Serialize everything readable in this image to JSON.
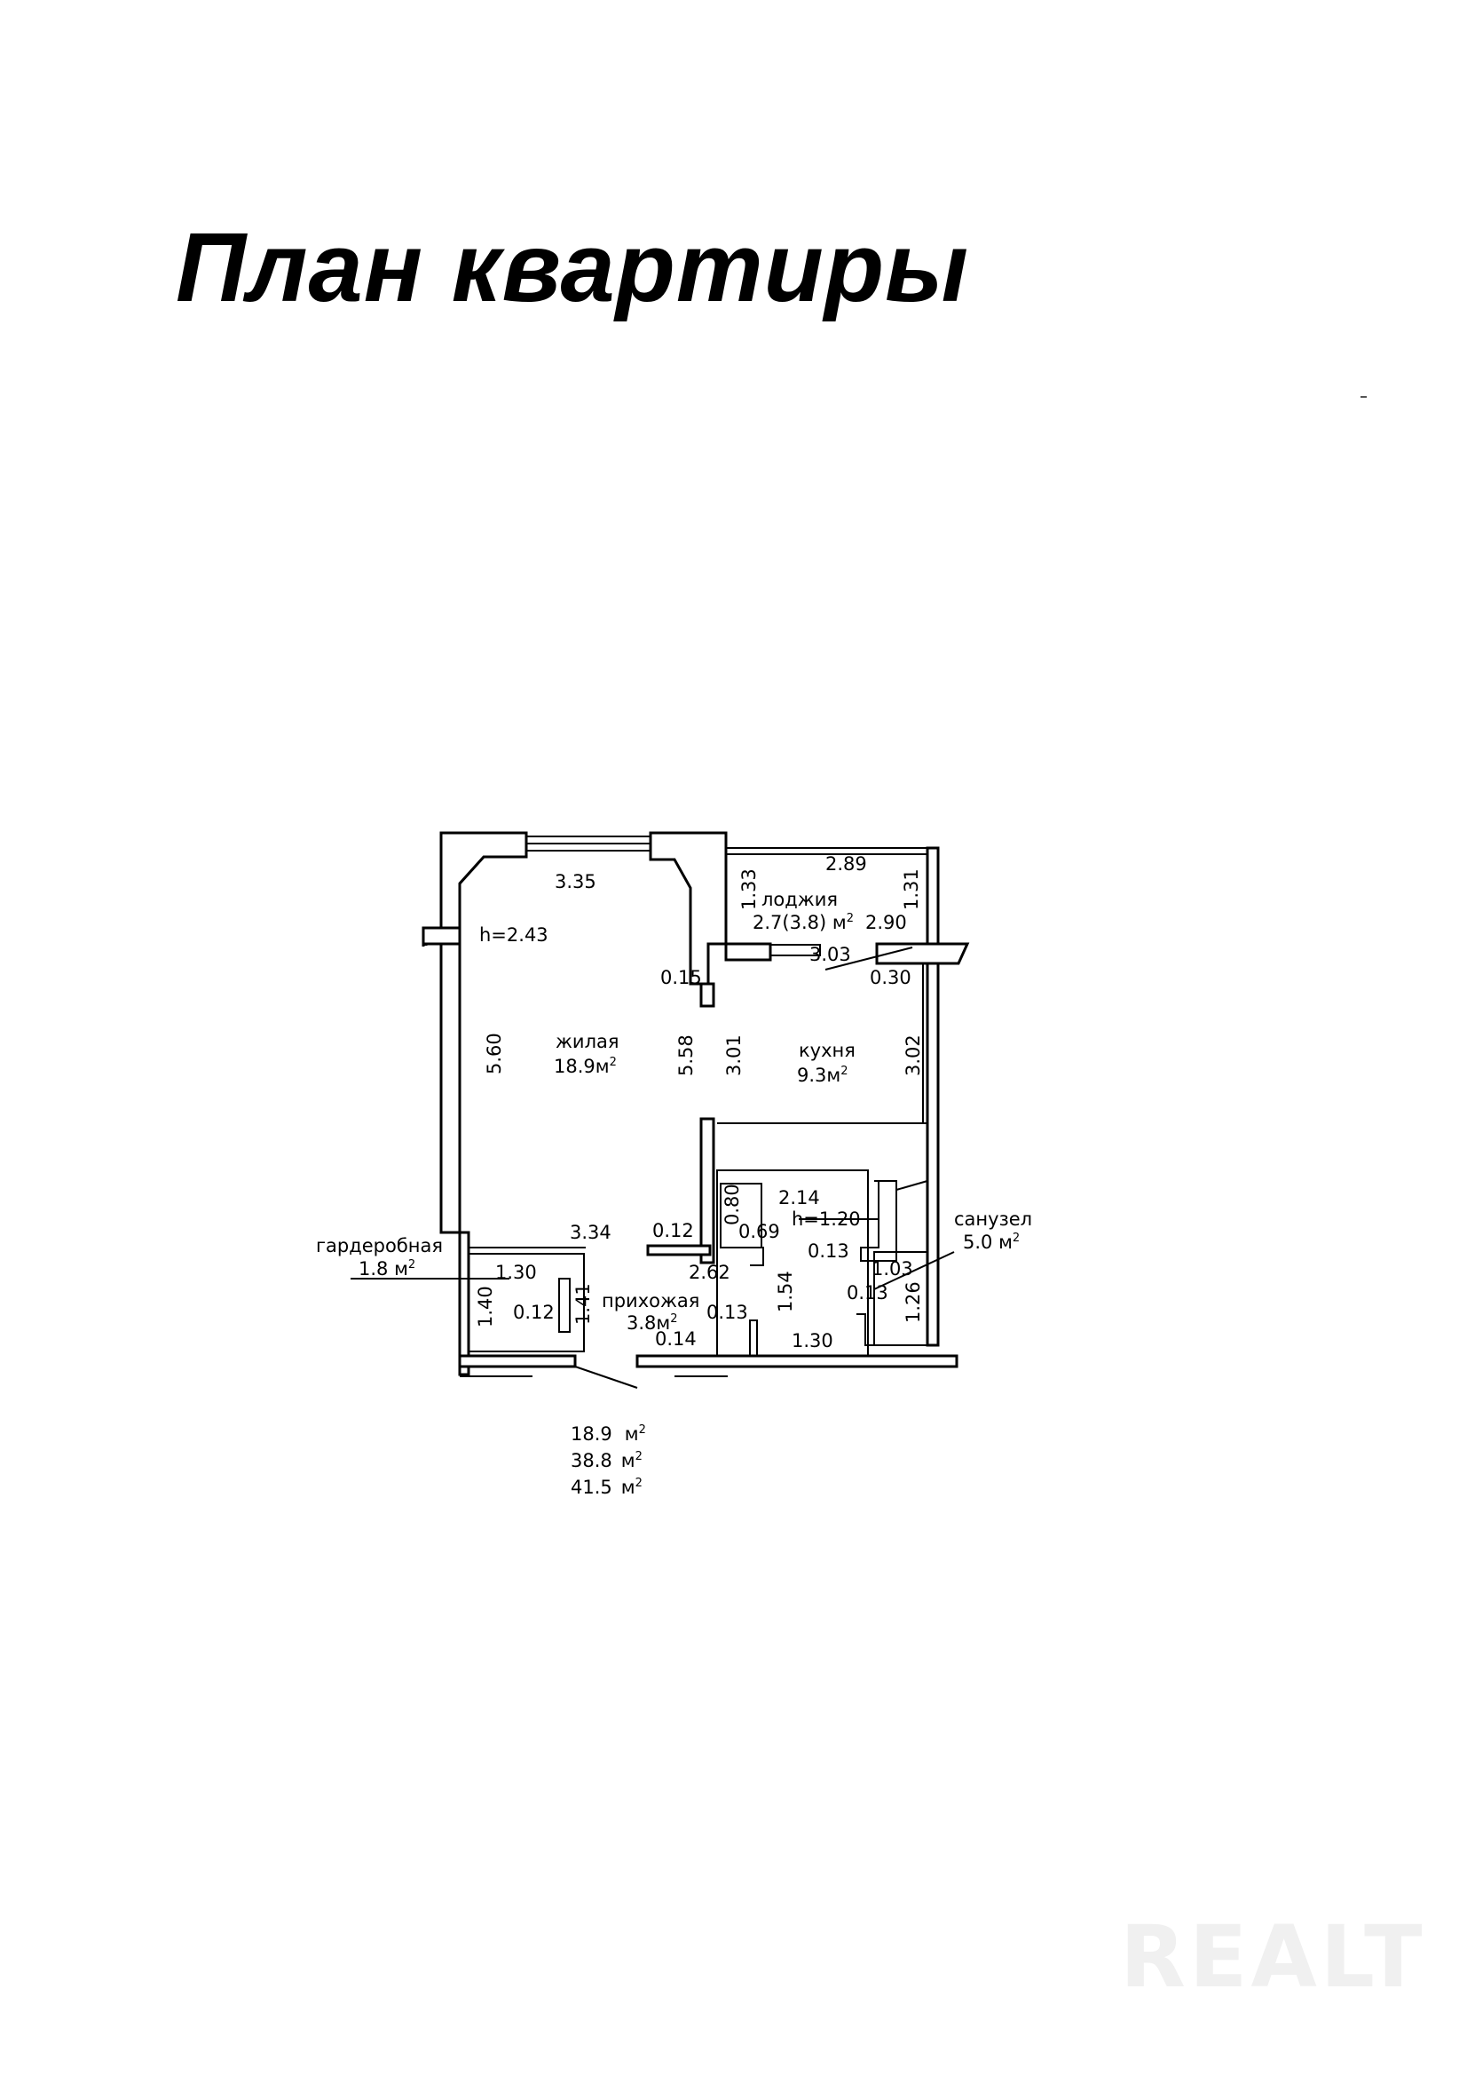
{
  "title": "План квартиры",
  "watermark": "REALT",
  "rooms": {
    "living": {
      "name": "жилая",
      "area": "18.9м",
      "sup": "2",
      "height": "h=2.43"
    },
    "kitchen": {
      "name": "кухня",
      "area": "9.3м",
      "sup": "2"
    },
    "loggia": {
      "name": "лоджия",
      "area": "2.7(3.8) м",
      "sup": "2"
    },
    "wardrobe": {
      "name": "гардеробная",
      "area": "1.8 м",
      "sup": "2"
    },
    "hall": {
      "name": "прихожая",
      "area": "3.8м",
      "sup": "2"
    },
    "bathroom": {
      "name": "санузел",
      "area": "5.0 м",
      "sup": "2"
    },
    "bath_niche_height": "h=1.20"
  },
  "dimensions": {
    "d_3_35": "3.35",
    "d_2_89": "2.89",
    "d_1_33": "1.33",
    "d_1_31": "1.31",
    "d_2_90": "2.90",
    "d_0_15": "0.15",
    "d_3_03": "3.03",
    "d_0_30": "0.30",
    "d_5_60": "5.60",
    "d_5_58": "5.58",
    "d_3_01": "3.01",
    "d_3_02": "3.02",
    "d_3_34": "3.34",
    "d_0_12a": "0.12",
    "d_0_80": "0.80",
    "d_2_14": "2.14",
    "d_0_69": "0.69",
    "d_0_13a": "0.13",
    "d_1_30a": "1.30",
    "d_2_62": "2.62",
    "d_1_03": "1.03",
    "d_1_40": "1.40",
    "d_0_12b": "0.12",
    "d_1_41": "1.41",
    "d_1_54": "1.54",
    "d_0_13b": "0.13",
    "d_1_26": "1.26",
    "d_0_13c": "0.13",
    "d_0_14": "0.14",
    "d_1_30b": "1.30"
  },
  "totals": [
    {
      "value": "18.9",
      "unit": "м",
      "sup": "2"
    },
    {
      "value": "38.8",
      "unit": "м",
      "sup": "2"
    },
    {
      "value": "41.5",
      "unit": "м",
      "sup": "2"
    }
  ]
}
